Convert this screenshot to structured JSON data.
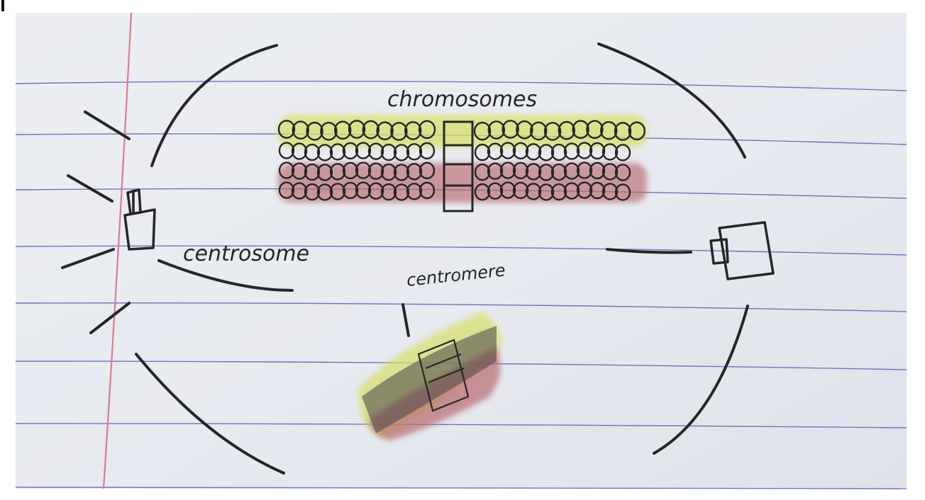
{
  "labels": {
    "chromosomes": "chromosomes",
    "centrosome": "centrosome",
    "centromere": "centromere"
  },
  "colors": {
    "paper": "#e8ebf1",
    "rule_line": "#5a5fb0",
    "margin_line": "#e07a8f",
    "ink": "#262626",
    "yellow_highlight": "#d8df6a",
    "red_highlight": "#b86a6e"
  }
}
